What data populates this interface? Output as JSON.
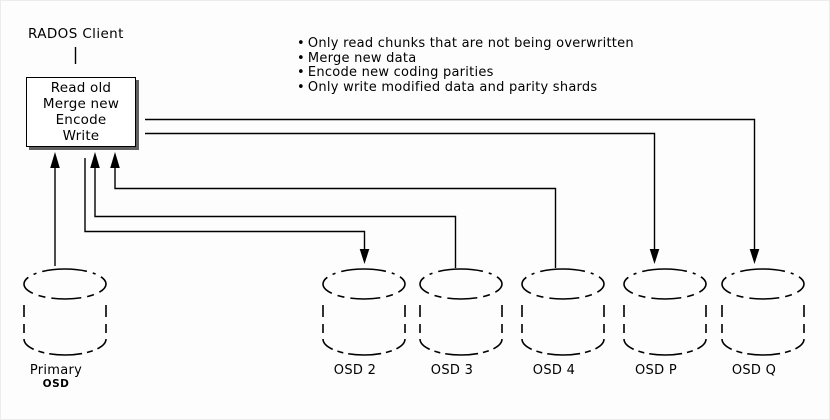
{
  "diagram": {
    "client_label": "RADOS Client",
    "client_box": {
      "lines": [
        "Read old",
        "Merge new",
        "Encode",
        "Write"
      ]
    },
    "notes": [
      "Only read chunks that are not being overwritten",
      "Merge new data",
      "Encode new coding parities",
      "Only write modified data and parity shards"
    ],
    "osds": [
      {
        "label": "Primary",
        "sublabel": "OSD"
      },
      {
        "label": "OSD 2"
      },
      {
        "label": "OSD 3"
      },
      {
        "label": "OSD 4"
      },
      {
        "label": "OSD P"
      },
      {
        "label": "OSD Q"
      }
    ],
    "edges": [
      {
        "from": "rados-client",
        "to": "client-box",
        "arrowhead": "none"
      },
      {
        "from": "primary-osd",
        "to": "client-box",
        "arrowhead": "at-client-box"
      },
      {
        "from": "osd-3",
        "to": "client-box",
        "arrowhead": "at-client-box"
      },
      {
        "from": "osd-4",
        "to": "client-box",
        "arrowhead": "at-client-box"
      },
      {
        "from": "client-box",
        "to": "osd-2",
        "arrowhead": "at-osd"
      },
      {
        "from": "client-box",
        "to": "osd-p",
        "arrowhead": "at-osd"
      },
      {
        "from": "client-box",
        "to": "osd-q",
        "arrowhead": "at-osd"
      }
    ],
    "colors": {
      "ink": "#000000",
      "background": "#fdfdfd"
    }
  }
}
